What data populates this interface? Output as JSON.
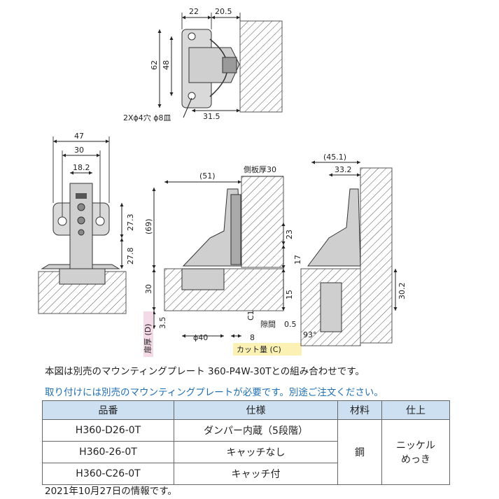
{
  "drawing": {
    "top_view": {
      "w1": "22",
      "w2": "20.5",
      "h1": "62",
      "h2": "48",
      "d1": "31.5",
      "holes": "2Xϕ4穴 ϕ8皿"
    },
    "front_view": {
      "w1": "47",
      "w2": "30",
      "w3": "18.2",
      "h1": "27.3",
      "h2": "27.8"
    },
    "side_view_closed": {
      "width": "(51)",
      "side_thickness": "側板厚30",
      "height": "(69)",
      "d23": "23",
      "d17": "17",
      "d15": "15",
      "d30": "30",
      "d35": "3.5",
      "c1": "C1",
      "gap": "隙間",
      "gap_value": "0.5",
      "phi40": "ϕ40",
      "d8": "8",
      "door_thickness": "扉厚 (D)",
      "cut_amount": "カット量 (C)"
    },
    "side_view_open": {
      "w1": "(45.1)",
      "w2": "33.2",
      "h1": "30.2",
      "angle": "93°"
    }
  },
  "notes": {
    "line1": "本図は別売のマウンティングプレート 360-P4W-30Tとの組み合わせです。",
    "line2": "取り付けには別売のマウンティングプレートが必要です。別途ご注文ください。",
    "line2_color": "#1f6fb5"
  },
  "table": {
    "headers": [
      "品番",
      "仕様",
      "材料",
      "仕上"
    ],
    "rows": [
      {
        "part": "H360-D26-0T",
        "spec": "ダンパー内蔵（5段階）"
      },
      {
        "part": "H360-26-0T",
        "spec": "キャッチなし"
      },
      {
        "part": "H360-C26-0T",
        "spec": "キャッチ付"
      }
    ],
    "material": "鋼",
    "finish_line1": "ニッケル",
    "finish_line2": "めっき",
    "header_color": "#cde0f2"
  },
  "footnote": "2021年10月27日の情報です。"
}
